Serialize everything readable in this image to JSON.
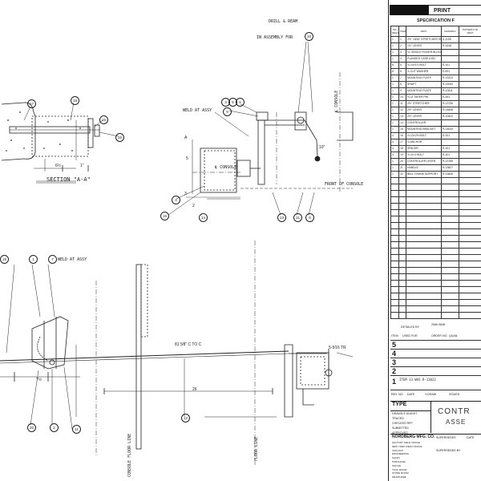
{
  "header": {
    "print_label": "PRINT",
    "spec_title": "SPECIFICATION F"
  },
  "spec_table": {
    "columns": [
      "NO. REQ'D",
      "ITEM",
      "PART",
      "DRAWING",
      "PATTERN OR PART"
    ],
    "rows": [
      {
        "qty": "1",
        "item": "1",
        "part": "2½\" ×5⁄16\" STRETCHER SPRING",
        "dwg": "S-1105"
      },
      {
        "qty": "1",
        "item": "2",
        "part": "1½\" LEVER",
        "dwg": "R-1818"
      },
      {
        "qty": "1",
        "item": "3",
        "part": "¾\" SINGLE FINGER BLOCK",
        "dwg": ""
      },
      {
        "qty": "1",
        "item": "4",
        "part": "FLANGED CASE-DISC",
        "dwg": ""
      },
      {
        "qty": "8",
        "item": "5",
        "part": "¾-10×1¼ BOLT",
        "dwg": "E-101"
      },
      {
        "qty": "8",
        "item": "6",
        "part": "⅝ CUT WASHER",
        "dwg": "E-901"
      },
      {
        "qty": "1",
        "item": "7",
        "part": "MOUNTING PLATE",
        "dwg": "R-13313"
      },
      {
        "qty": "1",
        "item": "8",
        "part": "SHAFT",
        "dwg": "R-14052"
      },
      {
        "qty": "1",
        "item": "9",
        "part": "MOUNTING PLATE",
        "dwg": "R-12811"
      },
      {
        "qty": "2",
        "item": "10",
        "part": "⅜-11 TAPER PIN",
        "dwg": "E-351"
      },
      {
        "qty": "1",
        "item": "11",
        "part": "2½\" STRETCHER",
        "dwg": "R-13736"
      },
      {
        "qty": "1",
        "item": "12",
        "part": "2½\" LEVER",
        "dwg": "R-14848"
      },
      {
        "qty": "1",
        "item": "13",
        "part": "2½\" LEVER",
        "dwg": "R-12822"
      },
      {
        "qty": "1",
        "item": "14",
        "part": "CONTROLLER",
        "dwg": ""
      },
      {
        "qty": "1",
        "item": "15",
        "part": "MOUNTING BRACKET",
        "dwg": "R-14043"
      },
      {
        "qty": "4",
        "item": "16",
        "part": "½-13×2½ BOLT",
        "dwg": "E-101"
      },
      {
        "qty": "4",
        "item": "17",
        "part": "¾ ANCHOR",
        "dwg": ""
      },
      {
        "qty": "4",
        "item": "18",
        "part": "SPACER",
        "dwg": "E-101"
      },
      {
        "qty": "4",
        "item": "19",
        "part": "⅝-11×1 BOLT",
        "dwg": "E-101"
      },
      {
        "qty": "1",
        "item": "20",
        "part": "CONTROLLER LEVER",
        "dwg": "R-13785"
      },
      {
        "qty": "1",
        "item": "21",
        "part": "HANDLE",
        "dwg": "R-13827"
      },
      {
        "qty": "1",
        "item": "22",
        "part": "BELL CRANK SUPPORT",
        "dwg": "R-13826"
      }
    ],
    "detail_row": {
      "label": "DETAILED BY",
      "value": "2080-0848"
    },
    "footer_headers": [
      "ITEM",
      "USED FOR",
      "ORDER NO.",
      "QUAN."
    ]
  },
  "revisions": {
    "numbers": [
      "5",
      "4",
      "3",
      "2",
      "1"
    ],
    "headers": [
      "REV. NO.",
      "DATE",
      "Y-DRAW",
      "ISSUED"
    ],
    "rev1_note": "ITEM 13 WAS R-13822"
  },
  "title_block": {
    "type_label": "TYPE",
    "drawn": "DRAWN  E.KNIGHT",
    "traced": "TRACED",
    "checked": "CHECKED  RFP",
    "submitted": "SUBMITTED",
    "approved": "APPROVED",
    "title_line1": "CONTR",
    "title_line2": "ASSE",
    "company": "NORDBERG MFG. CO.",
    "supersedes": "SUPERSEDES",
    "date": "DATE",
    "superseded_by": "SUPERSEDED BY",
    "distribution": [
      "FACTORY FIELD OFFICE",
      "NEW YORK FIELD OFFICE",
      "CHICAGO",
      "ENGINEERING",
      "SALES",
      "PURCHASE",
      "OFFICE",
      "TOOL ROOM",
      "STORE ROOM",
      "MILWAUKEE"
    ]
  },
  "annotations": {
    "section": "SECTION \"A-A\"",
    "drill": "DRILL & REAM",
    "assembly": "IN ASSEMBLY FOR",
    "weld1": "WELD AT ASSY",
    "weld2": "WELD AT ASSY",
    "front_console": "FRONT OF CONSOLE",
    "console_cl": "℄ CONSOLE",
    "console_cl2": "℄ CONSOLE",
    "console_floor": "CONSOLE FLOOR LINE",
    "floor_line": "FLOOR LINE",
    "dim_81": "81 5⁄8\" C TO C",
    "dim_26": "26",
    "dim_7half": "7½",
    "dim_6half": "6½",
    "dim_5": "5",
    "dim_10": "10\"",
    "dim_1": "1\"",
    "dim_3": "3",
    "dim_2": "2",
    "dim_tr": "5-5⁄16 TR",
    "section_a": "A",
    "item_17": "17",
    "item_16": "16",
    "item_18": "18",
    "item_15": "15",
    "item_10": "10",
    "item_3": "3",
    "item_5": "5",
    "item_6": "6",
    "item_9": "9",
    "item_13": "13",
    "item_11": "11",
    "item_8": "8",
    "item_4": "4",
    "item_14": "14",
    "item_12": "12",
    "item_1": "1",
    "item_7": "7",
    "item_19": "19",
    "item_20": "20",
    "item_2": "2",
    "item_21": "21",
    "item_22": "22"
  }
}
